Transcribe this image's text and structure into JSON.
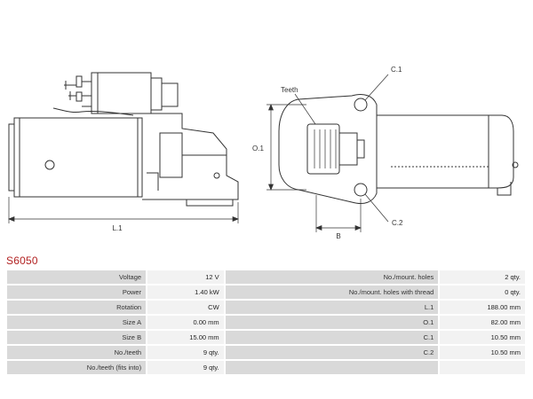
{
  "part": {
    "number": "S6050"
  },
  "diagram": {
    "side_labels": {
      "length": "L.1"
    },
    "front_labels": {
      "teeth": "Teeth",
      "hole_top": "C.1",
      "hole_bottom": "C.2",
      "height": "O.1",
      "width": "B"
    }
  },
  "specs": {
    "rows": [
      {
        "left_label": "Voltage",
        "left_value": "12 V",
        "right_label": "No./mount. holes",
        "right_value": "2 qty."
      },
      {
        "left_label": "Power",
        "left_value": "1.40 kW",
        "right_label": "No./mount. holes with thread",
        "right_value": "0 qty."
      },
      {
        "left_label": "Rotation",
        "left_value": "CW",
        "right_label": "L.1",
        "right_value": "188.00 mm"
      },
      {
        "left_label": "Size A",
        "left_value": "0.00 mm",
        "right_label": "O.1",
        "right_value": "82.00 mm"
      },
      {
        "left_label": "Size B",
        "left_value": "15.00 mm",
        "right_label": "C.1",
        "right_value": "10.50 mm"
      },
      {
        "left_label": "No./teeth",
        "left_value": "9 qty.",
        "right_label": "C.2",
        "right_value": "10.50 mm"
      },
      {
        "left_label": "No./teeth (fits into)",
        "left_value": "9 qty.",
        "right_label": "",
        "right_value": ""
      }
    ]
  }
}
